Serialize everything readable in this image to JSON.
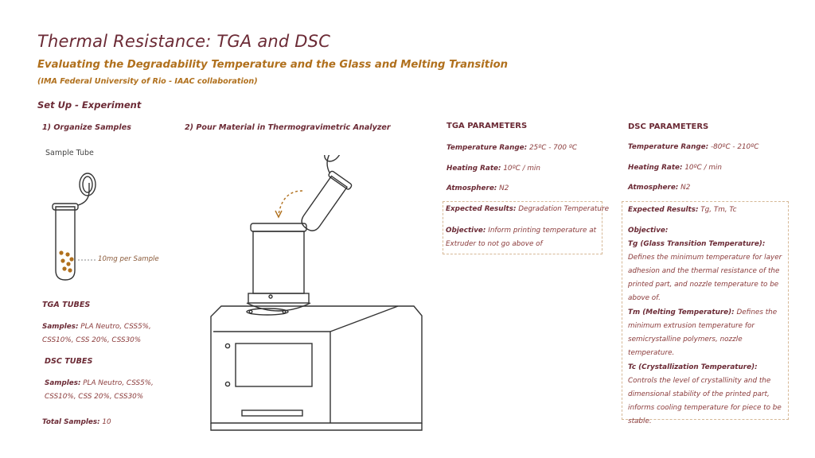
{
  "header": {
    "title": "Thermal Resistance: TGA and DSC",
    "subtitle": "Evaluating the Degradability Temperature and the Glass and Melting Transition",
    "collab": "(IMA Federal University of Rio - IAAC collaboration)"
  },
  "setup": {
    "title": "Set Up - Experiment",
    "step1": "1) Organize Samples",
    "step2": "2) Pour Material in Thermogravimetric Analyzer",
    "sample_tube_label": "Sample Tube",
    "sample_note": "10mg per Sample"
  },
  "tga_tubes": {
    "title": "TGA TUBES",
    "samples_label": "Samples:",
    "samples_line1": "PLA Neutro, CSS5%,",
    "samples_line2": "CSS10%, CSS 20%, CSS30%"
  },
  "dsc_tubes": {
    "title": "DSC TUBES",
    "samples_label": "Samples:",
    "samples_line1": "PLA Neutro, CSS5%,",
    "samples_line2": "CSS10%, CSS 20%, CSS30%"
  },
  "total": {
    "label": "Total Samples:",
    "value": "10"
  },
  "tga_params": {
    "title": "TGA PARAMETERS",
    "range_label": "Temperature Range:",
    "range_value": "25ºC - 700 ºC",
    "rate_label": "Heating Rate:",
    "rate_value": "10ºC / min",
    "atm_label": "Atmosphere:",
    "atm_value": "N2",
    "expected_label": "Expected Results:",
    "expected_value": "Degradation Temperature",
    "objective_label": "Objective:",
    "objective_value": "Inform printing temperature at Extruder to not go above of"
  },
  "dsc_params": {
    "title": "DSC PARAMETERS",
    "range_label": "Temperature Range:",
    "range_value": "-80ºC -  210ºC",
    "rate_label": "Heating Rate:",
    "rate_value": "10ºC / min",
    "atm_label": "Atmosphere:",
    "atm_value": "N2",
    "expected_label": "Expected Results:",
    "expected_value": "Tg, Tm, Tc",
    "objective_label": "Objective:",
    "tg_label": "Tg (Glass Transition Temperature):",
    "tg_text": "Defines the minimum temperature for layer adhesion and the thermal resistance of the printed part, and nozzle temperature to be above of.",
    "tm_label": "Tm (Melting Temperature):",
    "tm_text": "Defines the minimum extrusion temperature for semicrystalline polymers, nozzle temperature.",
    "tc_label": "Tc (Crystallization Temperature):",
    "tc_text": "Controls the level of crystallinity and the dimensional stability of the printed part, informs cooling temperature for piece to be stable."
  },
  "colors": {
    "title": "#6b2a35",
    "accent": "#b0701d",
    "sample_dots": "#b0701d",
    "box_border": "#d6b896"
  },
  "icons": [
    "sample-tube-icon",
    "pouring-tube-icon",
    "thermogravimetric-analyzer-icon"
  ]
}
